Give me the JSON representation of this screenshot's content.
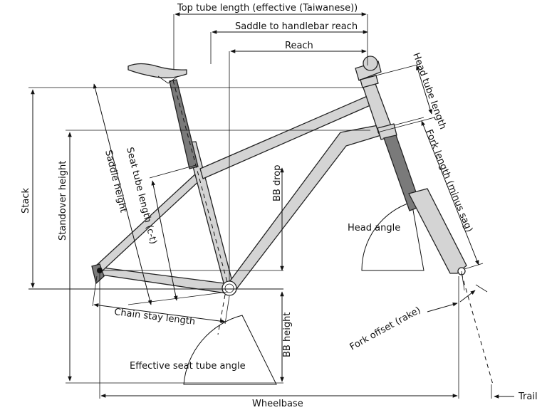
{
  "labels": {
    "top_tube": "Top tube length (effective (Taiwanese))",
    "saddle_reach": "Saddle to handlebar reach",
    "reach": "Reach",
    "head_tube": "Head tube length",
    "fork_length": "Fork length (minus sag)",
    "stack": "Stack",
    "standover": "Standover height",
    "saddle_height": "Saddle height",
    "seat_tube": "Seat tube length (c-t)",
    "bb_drop": "BB drop",
    "head_angle": "Head angle",
    "chain_stay": "Chain stay length",
    "bb_height": "BB height",
    "fork_offset": "Fork offset (rake)",
    "eff_seat_angle": "Effective seat tube angle",
    "wheelbase": "Wheelbase",
    "trail": "Trail"
  },
  "colors": {
    "line": "#111111",
    "tube_fill": "#d4d4d4",
    "seatpost_fill": "#7a7a7a",
    "background": "#ffffff"
  }
}
